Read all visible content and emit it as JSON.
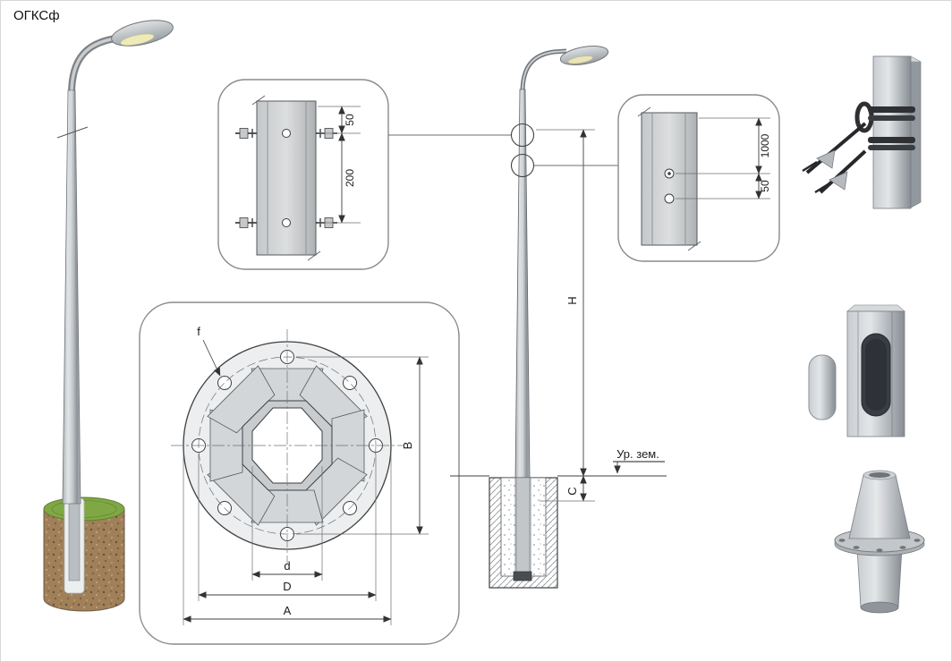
{
  "title": "ОГКСф",
  "detail_top": {
    "dim_50": "50",
    "dim_200": "200"
  },
  "detail_right": {
    "dim_1000": "1000",
    "dim_50": "50"
  },
  "flange_view": {
    "dim_f": "f",
    "dim_B": "B",
    "dim_d": "d",
    "dim_D": "D",
    "dim_A": "A"
  },
  "elevation": {
    "dim_H": "H",
    "dim_C": "C",
    "ground_label": "Ур. зем."
  },
  "colors": {
    "line": "#3f3f3f",
    "callout_border": "#8a8a8a",
    "metal": "#b4b9bd",
    "soil": "#a08059",
    "grass": "#7fa844"
  }
}
